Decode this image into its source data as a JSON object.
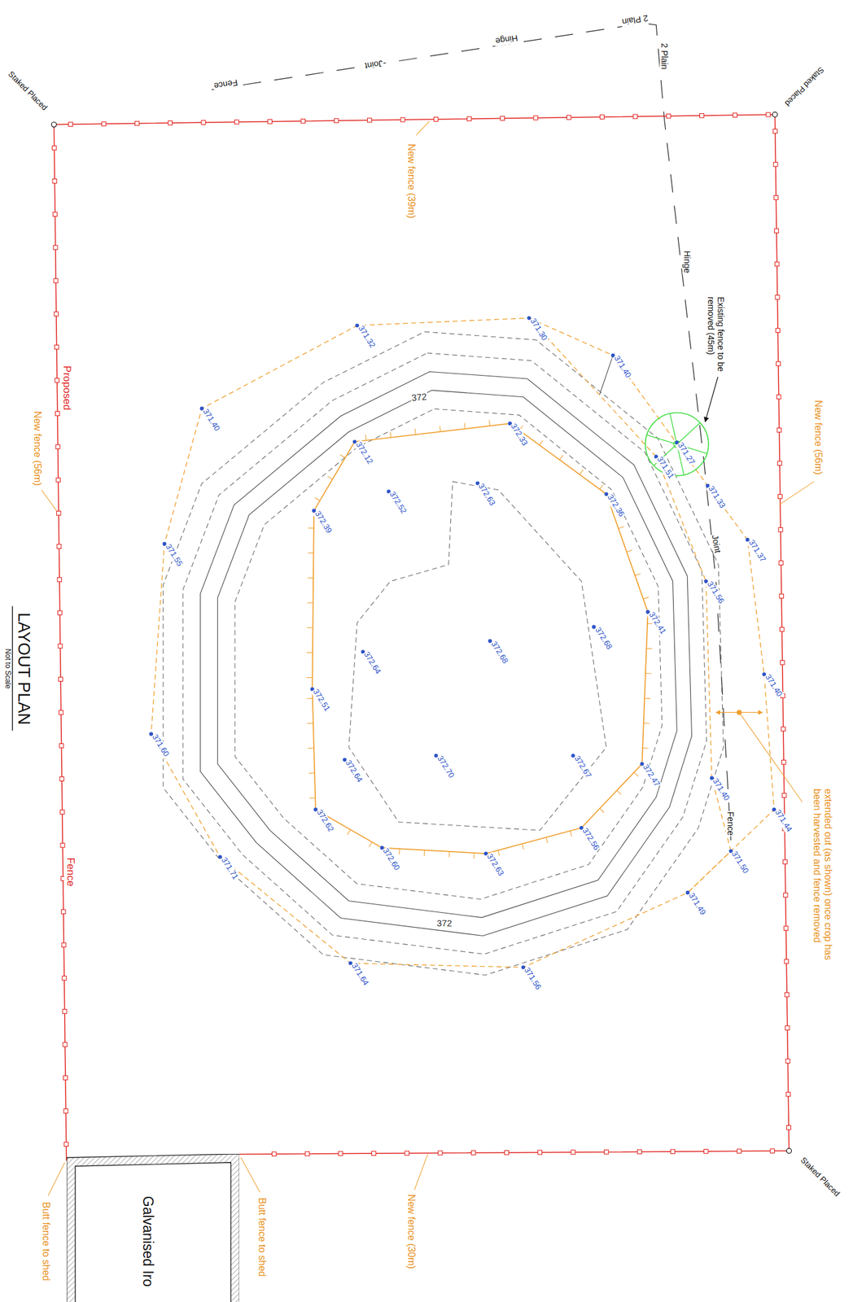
{
  "diagram": {
    "title": "LAYOUT PLAN",
    "nodes": [
      {
        "text": [
          "Galvanised Iro"
        ]
      }
    ],
    "labels": [
      "371.30",
      "371.32",
      "371.40",
      "371.40",
      "371.27",
      "371.51",
      "371.33",
      "371.37",
      "371.56",
      "371.55",
      "371.40",
      "371.40",
      "371.44",
      "371.50",
      "371.60",
      "371.49",
      "371.71",
      "371.64",
      "371.56",
      "372.33",
      "372.12",
      "372.52",
      "372.63",
      "372.39",
      "372.36",
      "372.41",
      "372.68",
      "372.68",
      "372.64",
      "372.51",
      "372.70",
      "372.64",
      "372.67",
      "372.47",
      "372.62",
      "372.60",
      "372.63",
      "372.56",
      "372",
      "372",
      "Staked Placed",
      "Staked Placed",
      "Staked Placed",
      "New fence (39m)",
      "New fence (56m)",
      "Proposed",
      "Fence",
      "New fence (56m)",
      "New fence (30m)",
      "Not to Scale",
      "Butt fence to shed",
      "Butt fence to shed",
      "Existing fence to be removed (45m)",
      "Hinge",
      "Joint",
      "Fence",
      "2 Plain",
      "Fence",
      "Joint",
      "Hinge",
      "2 Plain",
      "extended out (as shown) once crop has been harvested and fence removed"
    ]
  }
}
